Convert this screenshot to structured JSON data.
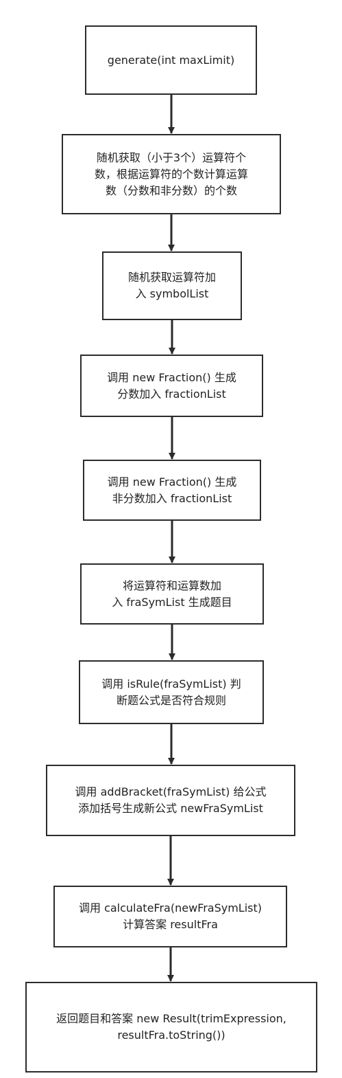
{
  "diagram": {
    "type": "flowchart",
    "line_color": "#2b2b2b",
    "nodes": [
      {
        "id": "generate",
        "text": "generate(int maxLimit)"
      },
      {
        "id": "random-count",
        "text": "随机获取（小于3个）运算符个\n数，根据运算符的个数计算运算\n数（分数和非分数）的个数"
      },
      {
        "id": "symbol-list",
        "text": "随机获取运算符加\n入 symbolList"
      },
      {
        "id": "fraction",
        "text": "调用 new Fraction() 生成\n分数加入 fractionList"
      },
      {
        "id": "non-fraction",
        "text": "调用 new Fraction() 生成\n非分数加入 fractionList"
      },
      {
        "id": "fra-sym-list",
        "text": "将运算符和运算数加\n入 fraSymList 生成题目"
      },
      {
        "id": "is-rule",
        "text": "调用 isRule(fraSymList) 判\n断题公式是否符合规则"
      },
      {
        "id": "add-bracket",
        "text": "调用 addBracket(fraSymList) 给公式\n添加括号生成新公式 newFraSymList"
      },
      {
        "id": "calculate",
        "text": "调用 calculateFra(newFraSymList)\n计算答案 resultFra"
      },
      {
        "id": "result",
        "text": "返回题目和答案 new Result(trimExpression,\nresultFra.toString())"
      }
    ],
    "edges": [
      {
        "from": "generate",
        "to": "random-count"
      },
      {
        "from": "random-count",
        "to": "symbol-list"
      },
      {
        "from": "symbol-list",
        "to": "fraction"
      },
      {
        "from": "fraction",
        "to": "non-fraction"
      },
      {
        "from": "non-fraction",
        "to": "fra-sym-list"
      },
      {
        "from": "fra-sym-list",
        "to": "is-rule"
      },
      {
        "from": "is-rule",
        "to": "add-bracket"
      },
      {
        "from": "add-bracket",
        "to": "calculate"
      },
      {
        "from": "calculate",
        "to": "result"
      }
    ]
  }
}
